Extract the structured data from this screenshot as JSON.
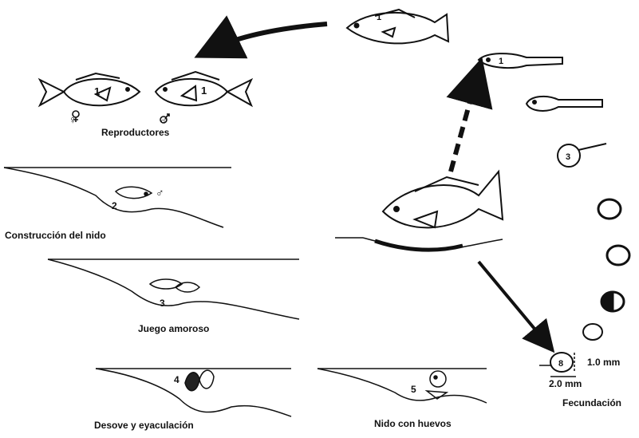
{
  "labels": {
    "reproductores": "Reproductores",
    "construccion": "Construcción del nido",
    "juego": "Juego amoroso",
    "desove": "Desove y eyaculación",
    "nido_huevos": "Nido con huevos",
    "fecundacion": "Fecundación",
    "dim_1mm": "1.0 mm",
    "dim_2mm": "2.0 mm"
  },
  "markers": {
    "female_sign": "♀",
    "male_sign": "♂",
    "step1": "1",
    "step2": "2",
    "step3": "3",
    "step4": "4",
    "step5": "5",
    "step8": "8"
  }
}
